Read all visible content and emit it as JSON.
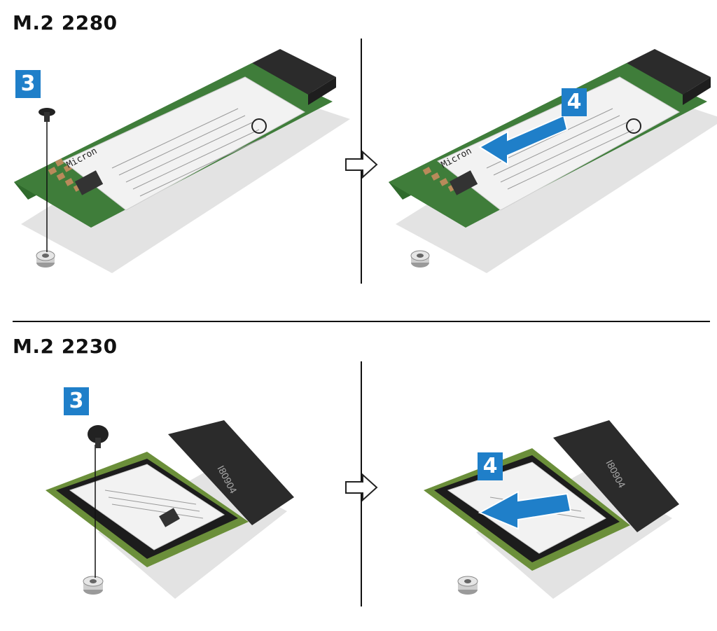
{
  "sections": [
    {
      "title": "M.2 2280",
      "step_screw": "3",
      "step_slide": "4",
      "card_brand": "Micron",
      "connector_text": ""
    },
    {
      "title": "M.2 2230",
      "step_screw": "3",
      "step_slide": "4",
      "card_brand": "",
      "connector_text": "I80904"
    }
  ],
  "colors": {
    "badge": "#1f7fc9",
    "arrow": "#1f7fc9",
    "pcb": "#3f7d3a",
    "label": "#f2f2f2",
    "connector": "#2b2b2b",
    "shadow": "#e3e3e3"
  },
  "icons": [
    "screw-icon",
    "standoff-icon",
    "next-step-arrow-icon",
    "slide-direction-arrow-icon"
  ]
}
